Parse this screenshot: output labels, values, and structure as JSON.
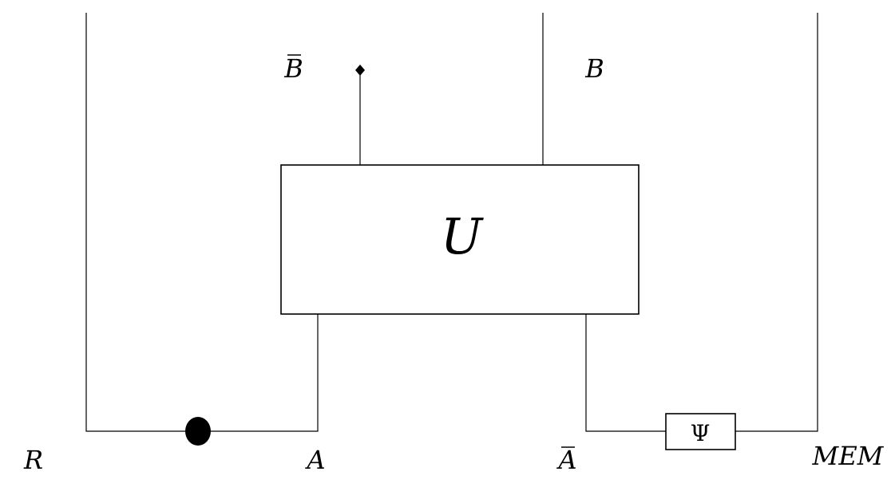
{
  "labels": {
    "R": "R",
    "A": "A",
    "A_bar": "A",
    "MEM": "MEM",
    "B_bar": "B",
    "B": "B"
  },
  "gates": {
    "U": "U",
    "Psi": "Ψ"
  },
  "colors": {
    "line": "#000000",
    "background": "#ffffff"
  }
}
